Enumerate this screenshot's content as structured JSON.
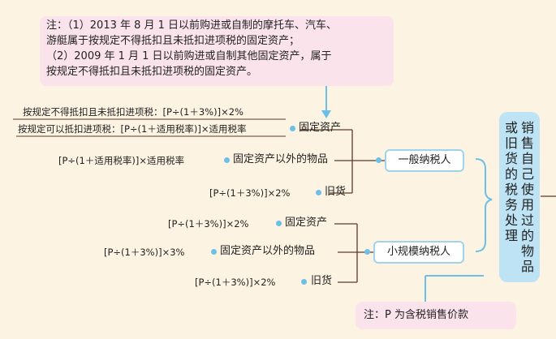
{
  "top_note": {
    "lines": [
      "注：（1）2013 年 8 月 1 日以前购进或自制的摩托车、汽车、",
      "游艇属于按规定不得抵扣且未抵扣进项税的固定资产；",
      "（2）2009 年 1 月 1 日以前购进或自制其他固定资产，属于",
      "按规定不得抵扣且未抵扣进项税的固定资产。"
    ]
  },
  "title": {
    "col1": "销售自己使用过的物品",
    "col2": "或旧货的税务处理"
  },
  "general": {
    "label": "一般纳税人",
    "fixed_assets": {
      "label": "固定资产",
      "formula1": "按规定不得抵扣且未抵扣进项税：[P÷(1＋3%)]×2%",
      "formula2": "按规定可以抵扣进项税：[P÷(1＋适用税率)]×适用税率"
    },
    "other_items": {
      "label": "固定资产以外的物品",
      "formula": "[P÷(1＋适用税率)]×适用税率"
    },
    "used_goods": {
      "label": "旧货",
      "formula": "[P÷(1＋3%)]×2%"
    }
  },
  "small": {
    "label": "小规模纳税人",
    "fixed_assets": {
      "label": "固定资产",
      "formula": "[P÷(1＋3%)]×2%"
    },
    "other_items": {
      "label": "固定资产以外的物品",
      "formula": "[P÷(1＋3%)]×3%"
    },
    "used_goods": {
      "label": "旧货",
      "formula": "[P÷(1＋3%)]×2%"
    }
  },
  "bottom_note": {
    "text": "注：P 为含税销售价款"
  },
  "colors": {
    "line": "#5b3a29",
    "accent_blue": "#6cc0e8",
    "title_bg": "#bde3f4",
    "note_bg": "#fbe3ec",
    "page_bg": "#fdf3e2"
  }
}
